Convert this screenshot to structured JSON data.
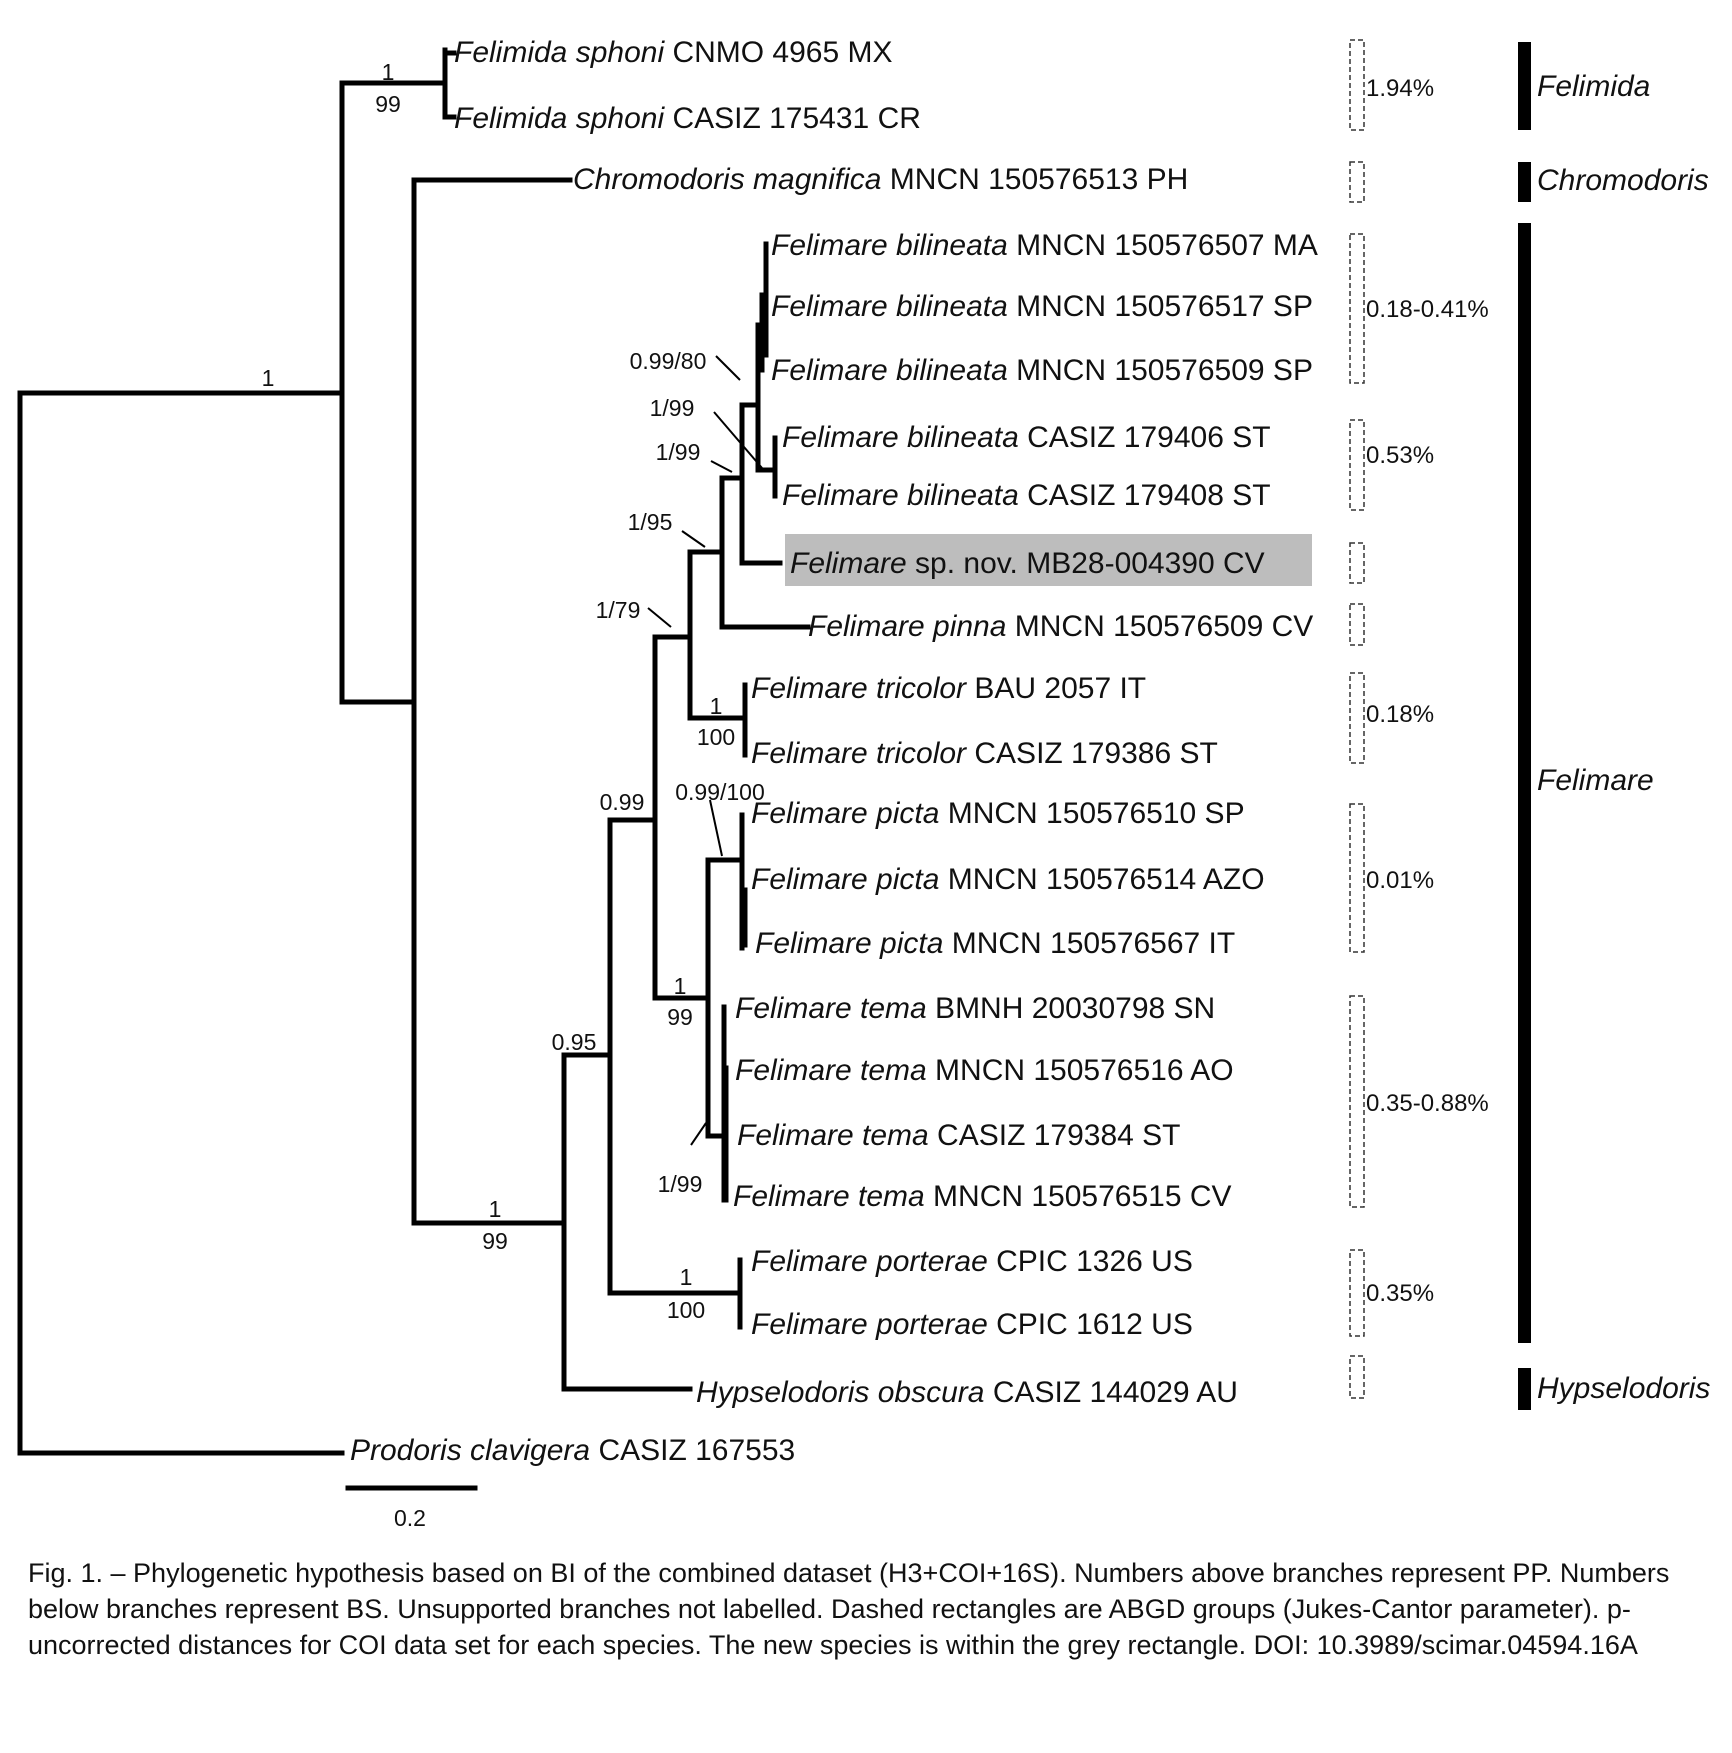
{
  "taxa": [
    {
      "genus": "Felimida",
      "species": "sphoni",
      "voucher": "CNMO 4965 MX"
    },
    {
      "genus": "Felimida",
      "species": "sphoni",
      "voucher": "CASIZ 175431 CR"
    },
    {
      "genus": "Chromodoris",
      "species": "magnifica",
      "voucher": "MNCN 150576513 PH"
    },
    {
      "genus": "Felimare",
      "species": "bilineata",
      "voucher": "MNCN 150576507 MA"
    },
    {
      "genus": "Felimare",
      "species": "bilineata",
      "voucher": "MNCN 150576517 SP"
    },
    {
      "genus": "Felimare",
      "species": "bilineata",
      "voucher": "MNCN 150576509 SP"
    },
    {
      "genus": "Felimare",
      "species": "bilineata",
      "voucher": "CASIZ 179406 ST"
    },
    {
      "genus": "Felimare",
      "species": "bilineata",
      "voucher": "CASIZ 179408 ST"
    },
    {
      "genus": "Felimare",
      "species": "sp. nov.",
      "voucher": "MB28-004390 CV",
      "highlighted": true
    },
    {
      "genus": "Felimare",
      "species": "pinna",
      "voucher": "MNCN 150576509 CV"
    },
    {
      "genus": "Felimare",
      "species": "tricolor",
      "voucher": "BAU 2057 IT"
    },
    {
      "genus": "Felimare",
      "species": "tricolor",
      "voucher": "CASIZ 179386 ST"
    },
    {
      "genus": "Felimare",
      "species": "picta",
      "voucher": "MNCN 150576510 SP"
    },
    {
      "genus": "Felimare",
      "species": "picta",
      "voucher": "MNCN 150576514 AZO"
    },
    {
      "genus": "Felimare",
      "species": "picta",
      "voucher": "MNCN 150576567 IT"
    },
    {
      "genus": "Felimare",
      "species": "tema",
      "voucher": "BMNH 20030798 SN"
    },
    {
      "genus": "Felimare",
      "species": "tema",
      "voucher": "MNCN 150576516 AO"
    },
    {
      "genus": "Felimare",
      "species": "tema",
      "voucher": "CASIZ 179384 ST"
    },
    {
      "genus": "Felimare",
      "species": "tema",
      "voucher": "MNCN 150576515 CV"
    },
    {
      "genus": "Felimare",
      "species": "porterae",
      "voucher": "CPIC 1326 US"
    },
    {
      "genus": "Felimare",
      "species": "porterae",
      "voucher": "CPIC 1612 US"
    },
    {
      "genus": "Hypselodoris",
      "species": "obscura",
      "voucher": "CASIZ 144029 AU"
    },
    {
      "genus": "Prodoris",
      "species": "clavigera",
      "voucher": "CASIZ 167553"
    }
  ],
  "support_labels": [
    "1",
    "99",
    "1",
    "0.99/80",
    "1/99",
    "1/99",
    "1/95",
    "1/79",
    "1",
    "100",
    "0.99",
    "0.99/100",
    "1",
    "99",
    "0.95",
    "1/99",
    "1",
    "99",
    "1",
    "100"
  ],
  "abgd_distances": [
    "1.94%",
    "0.18-0.41%",
    "0.53%",
    "0.18%",
    "0.01%",
    "0.35-0.88%",
    "0.35%"
  ],
  "genus_groups": [
    "Felimida",
    "Chromodoris",
    "Felimare",
    "Hypselodoris"
  ],
  "scale_label": "0.2",
  "caption": "Fig. 1. – Phylogenetic hypothesis based on BI of the combined dataset (H3+COI+16S). Numbers above branches represent PP. Numbers below branches represent BS. Unsupported branches not labelled. Dashed rectangles are ABGD groups (Jukes-Cantor parameter). p-uncorrected distances for COI data set for each species. The new species is within the grey rectangle. DOI: 10.3989/scimar.04594.16A",
  "colors": {
    "branch": "#000000",
    "highlight": "#bdbdbd"
  }
}
